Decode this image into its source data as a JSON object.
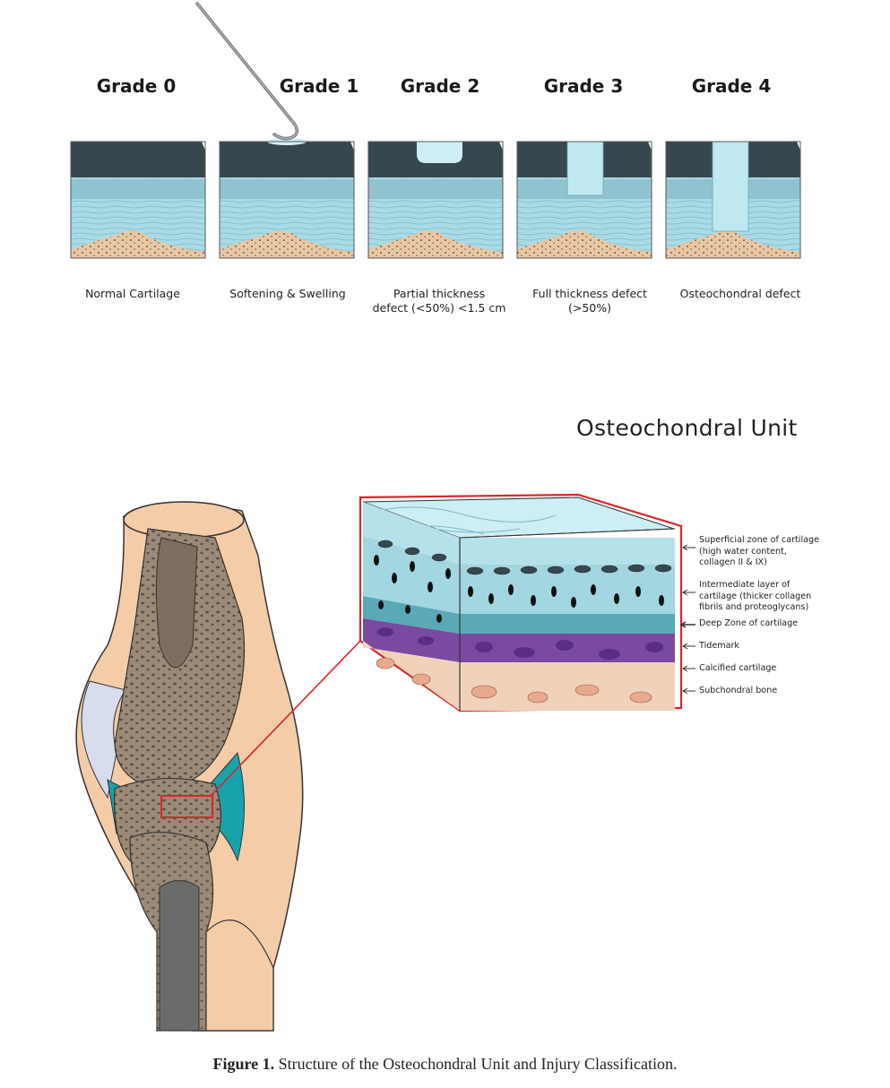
{
  "grades": [
    {
      "title": "Grade 0",
      "caption_lines": [
        "Normal Cartilage"
      ]
    },
    {
      "title": "Grade 1",
      "caption_lines": [
        "Softening & Swelling"
      ]
    },
    {
      "title": "Grade 2",
      "caption_lines": [
        "Partial thickness",
        "defect (<50%) <1.5 cm"
      ]
    },
    {
      "title": "Grade 3",
      "caption_lines": [
        "Full thickness defect",
        "(>50%)"
      ]
    },
    {
      "title": "Grade 4",
      "caption_lines": [
        "Osteochondral defect"
      ]
    }
  ],
  "osteochondral": {
    "title": "Osteochondral Unit",
    "zones": [
      {
        "label": "Superficial zone of cartilage\n(high water content,\ncollagen II & IX)"
      },
      {
        "label": "Intermediate layer of\ncartilage (thicker collagen\nfibrils and proteoglycans)"
      },
      {
        "label": "Deep Zone of cartilage"
      },
      {
        "label": "Tidemark"
      },
      {
        "label": "Calcified cartilage"
      },
      {
        "label": "Subchondral bone"
      }
    ]
  },
  "figure_caption": {
    "prefix": "Figure 1.",
    "text": " Structure of the Osteochondral Unit and Injury Classification."
  },
  "colors": {
    "dark_slate": "#37474f",
    "cartilage_light": "#cdeef4",
    "cartilage_mid": "#a8dbe6",
    "bone_tan": "#e8c7a3",
    "purple": "#7a4aa0",
    "teal": "#18a2ab",
    "skin": "#f4cda8",
    "bone_brown": "#9b8a78",
    "red_outline": "#d9262b"
  }
}
